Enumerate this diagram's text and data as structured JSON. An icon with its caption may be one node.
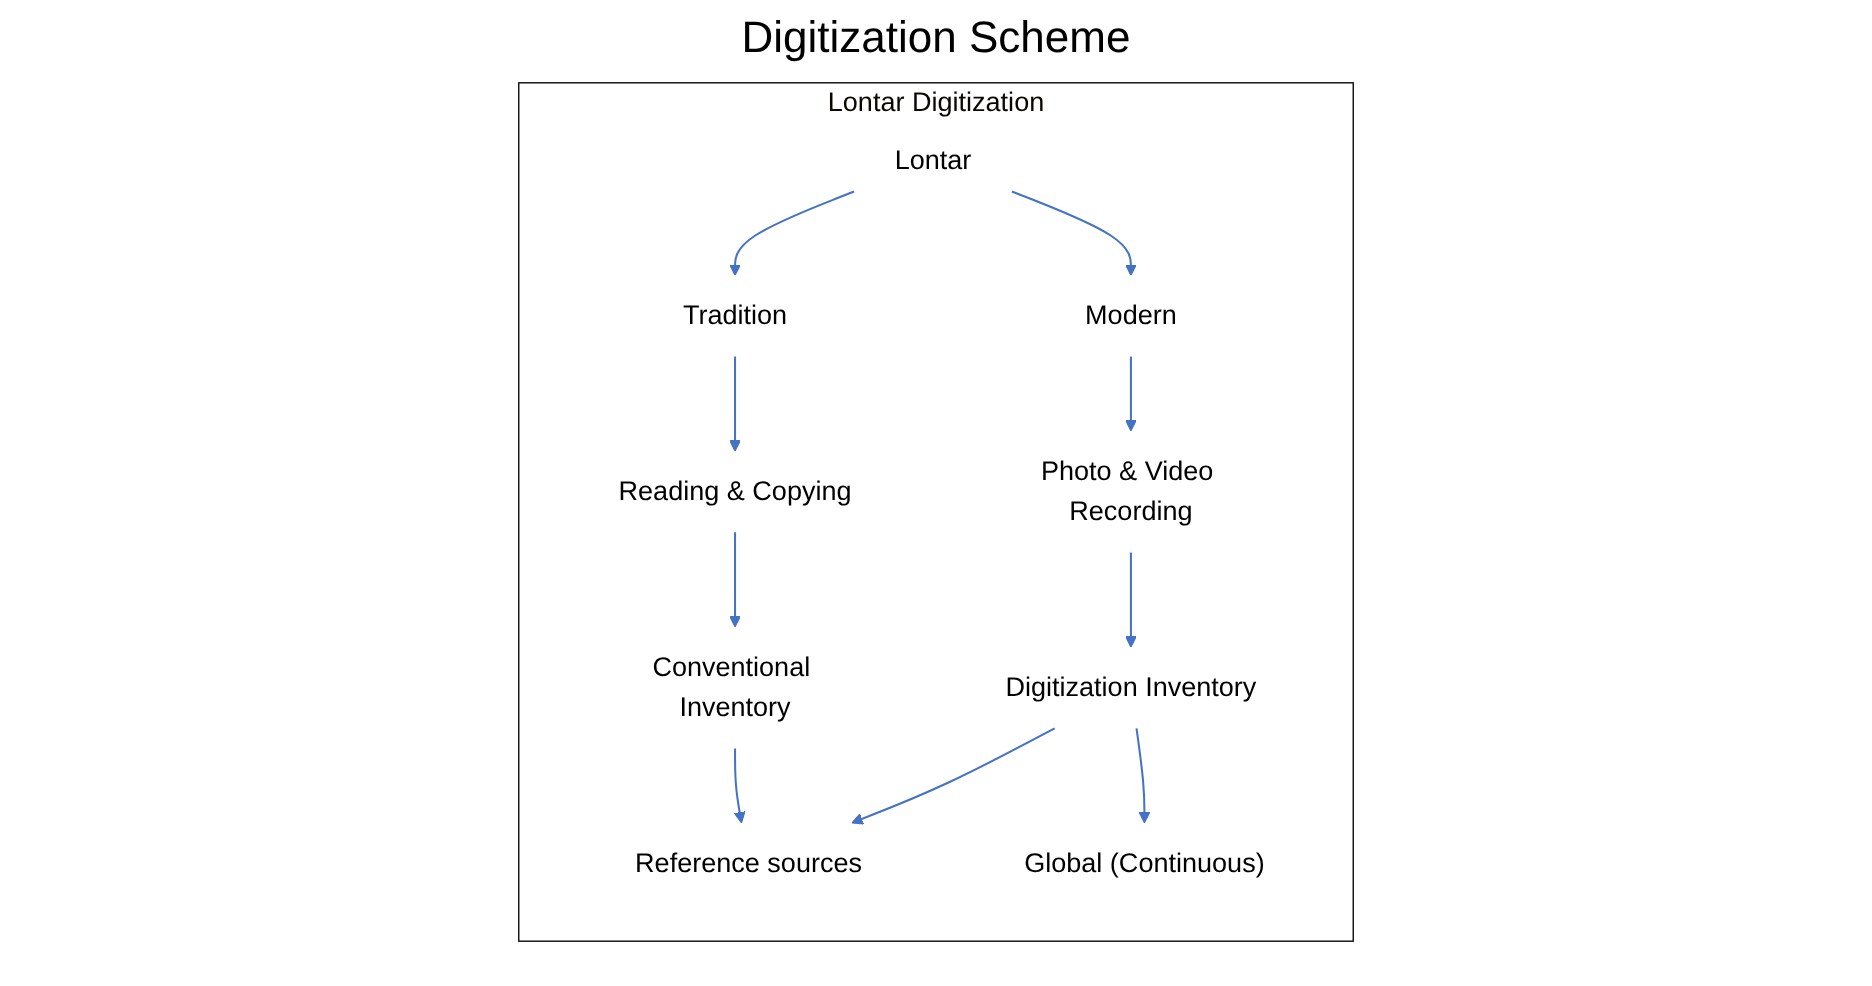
{
  "diagram": {
    "title": "Digitization Scheme",
    "nodes": [
      {
        "text": [
          "Lontar Digitization"
        ]
      },
      {
        "text": [
          "Lontar"
        ],
        "in": 0
      },
      {
        "text": [
          "Tradition"
        ],
        "in": 0
      },
      {
        "text": [
          "Modern"
        ],
        "in": 0
      },
      {
        "text": [
          "Reading & Copying"
        ],
        "in": 0
      },
      {
        "text": [
          "Photo & Video Recording"
        ],
        "in": 0
      },
      {
        "text": [
          "Conventional Inventory"
        ],
        "in": 0
      },
      {
        "text": [
          "Digitization Inventory"
        ],
        "in": 0
      },
      {
        "text": [
          "Reference sources"
        ],
        "in": 0
      },
      {
        "text": [
          "Global (Continuous)"
        ],
        "in": 0
      }
    ],
    "edges": [
      {
        "from": 1,
        "to": 2,
        "arrow": "to"
      },
      {
        "from": 1,
        "to": 3,
        "arrow": "to"
      },
      {
        "from": 2,
        "to": 4,
        "arrow": "to"
      },
      {
        "from": 3,
        "to": 5,
        "arrow": "to"
      },
      {
        "from": 4,
        "to": 6,
        "arrow": "to"
      },
      {
        "from": 5,
        "to": 7,
        "arrow": "to"
      },
      {
        "from": 6,
        "to": 8,
        "arrow": "to"
      },
      {
        "from": 7,
        "to": 8,
        "arrow": "to"
      },
      {
        "from": 7,
        "to": 9,
        "arrow": "to"
      }
    ]
  }
}
